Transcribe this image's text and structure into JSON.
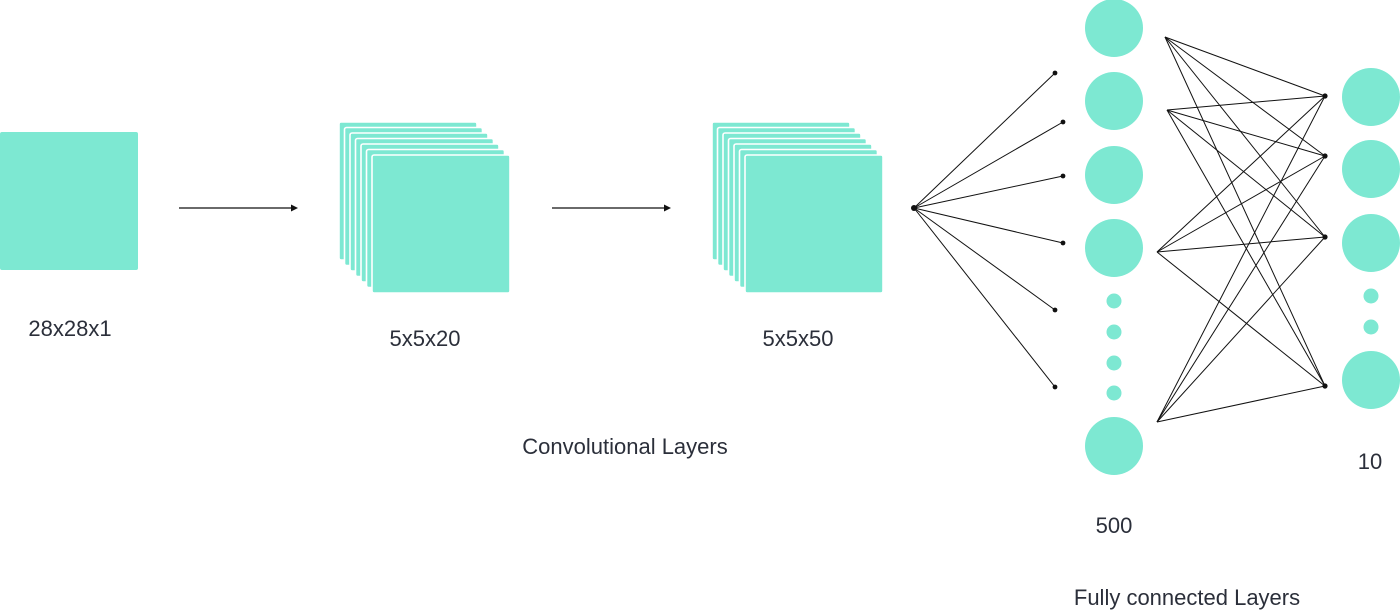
{
  "colors": {
    "accent": "#7de8d2",
    "line": "#111111",
    "text": "#2b2f3a",
    "background": "#ffffff"
  },
  "labels": {
    "input": "28x28x1",
    "conv1": "5x5x20",
    "conv2": "5x5x50",
    "conv_group": "Convolutional Layers",
    "fc1": "500",
    "fc2": "10",
    "fc_group": "Fully connected Layers"
  }
}
